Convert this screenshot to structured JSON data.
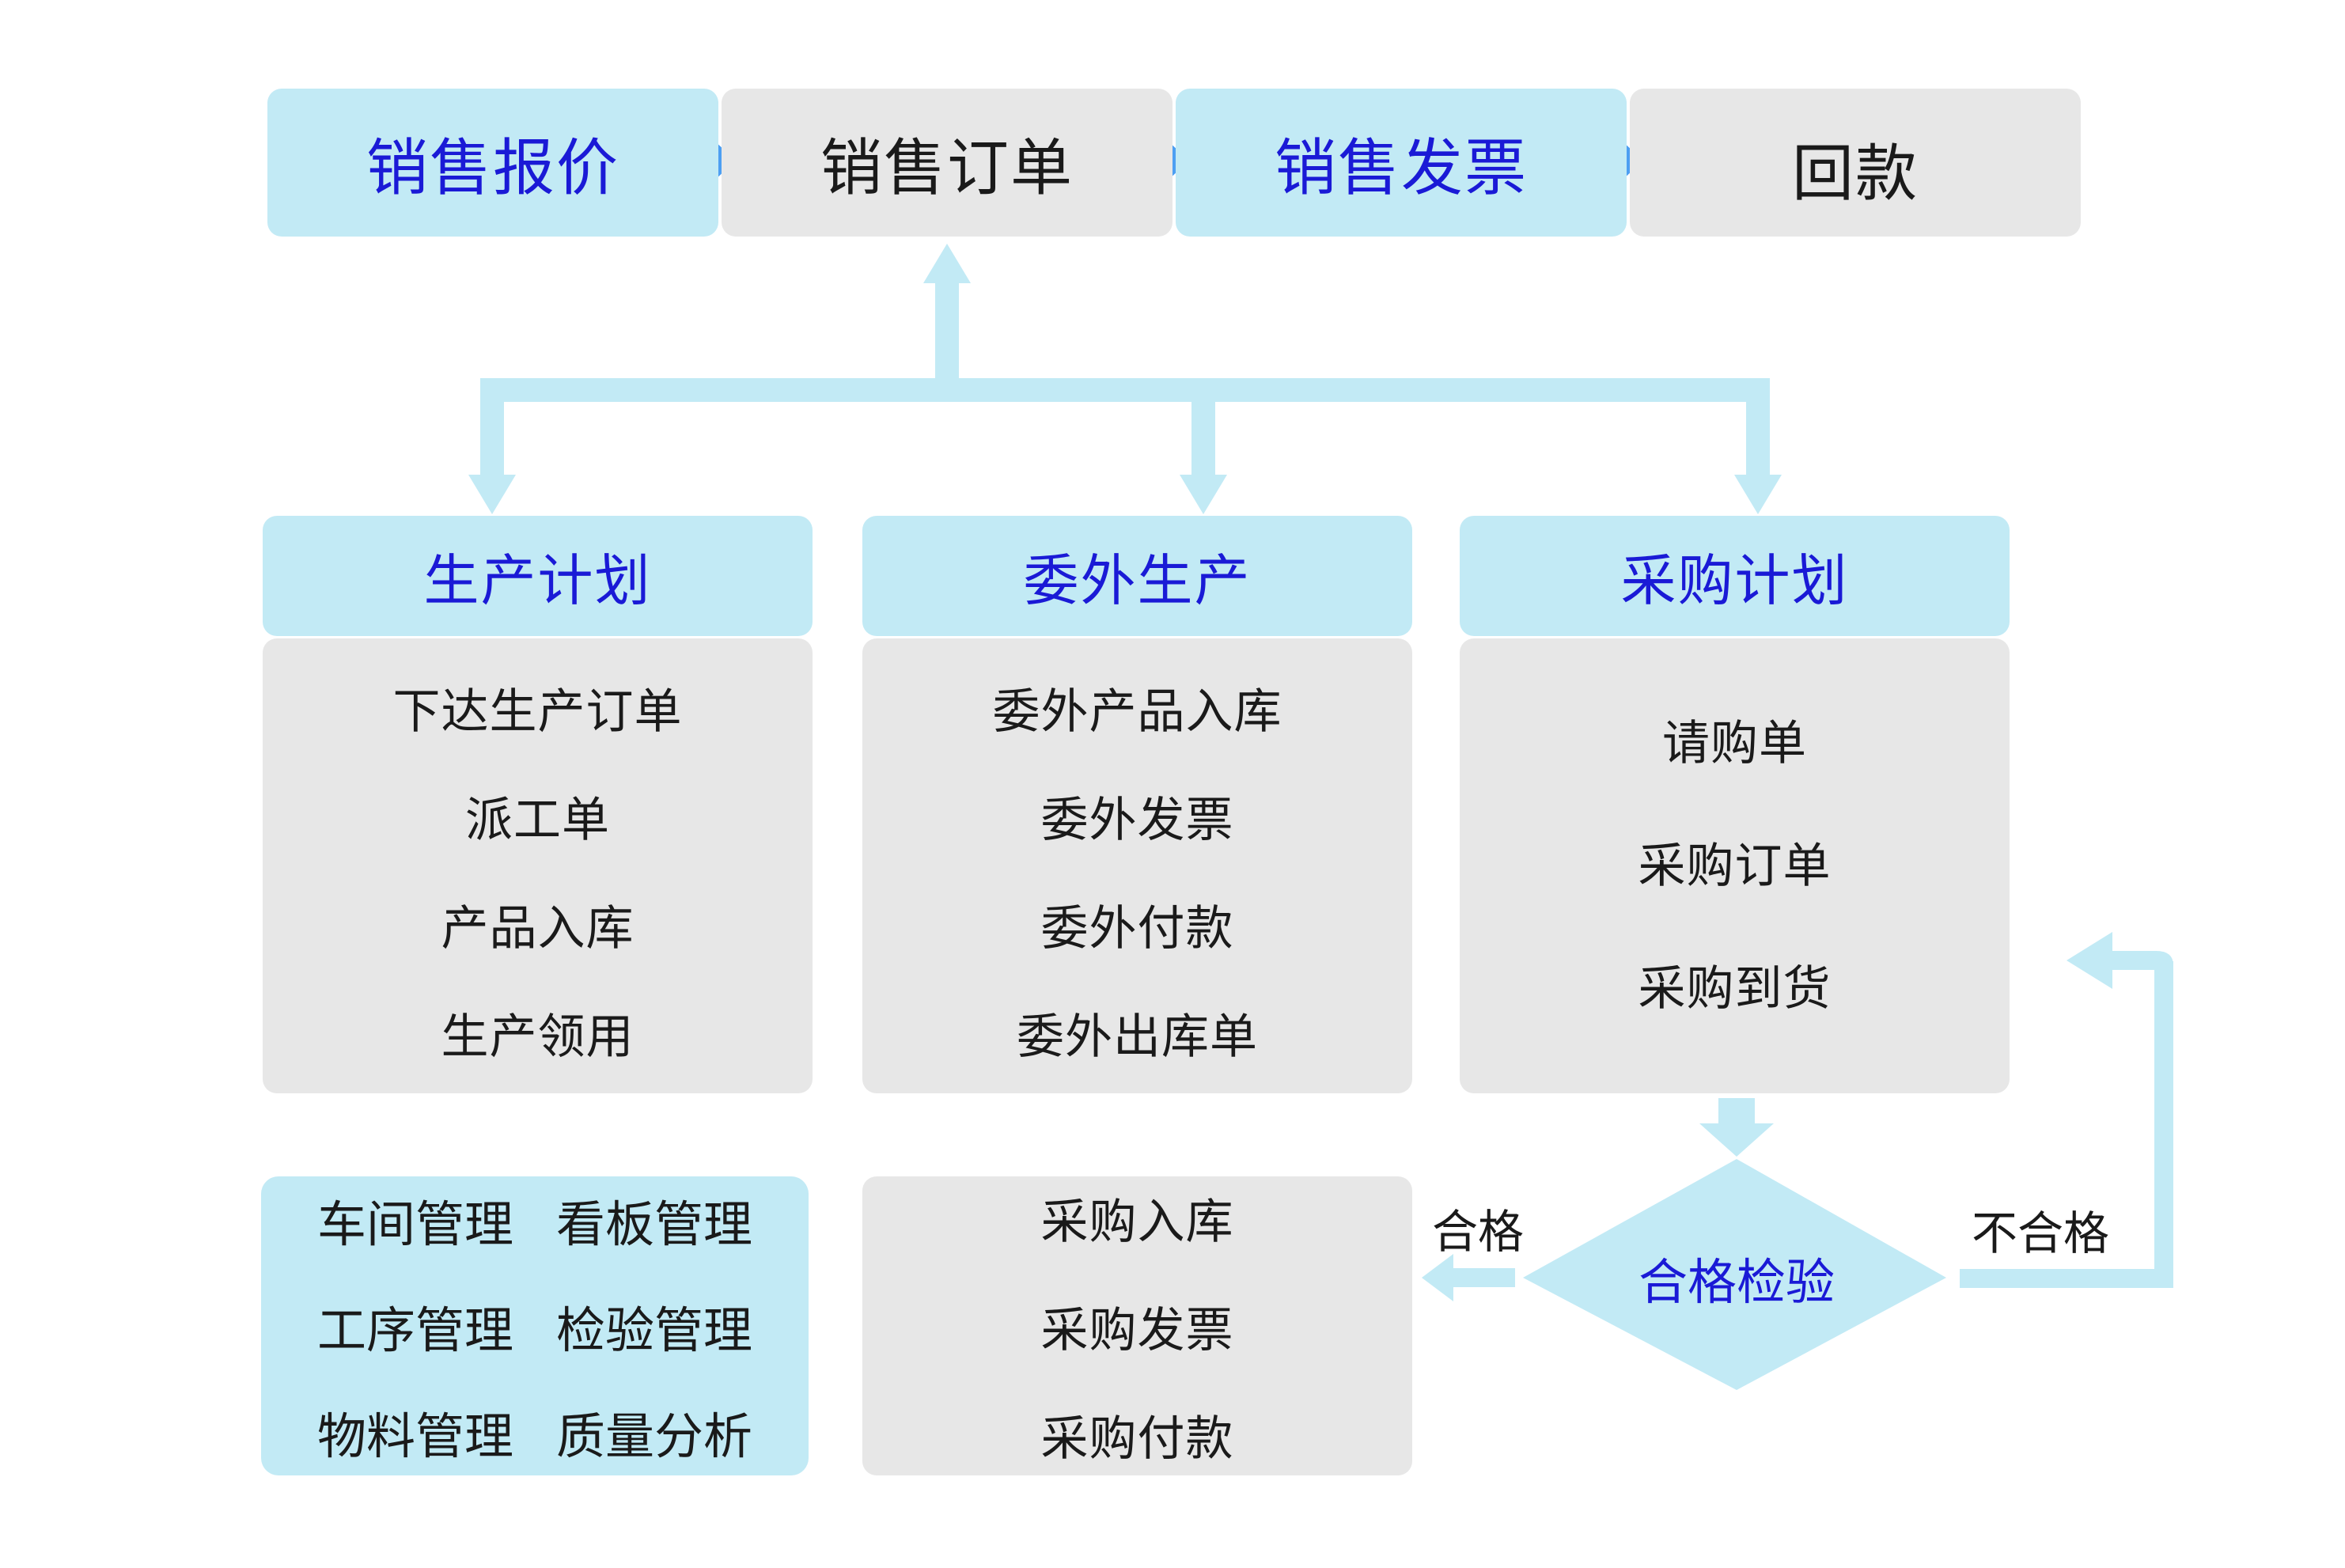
{
  "top_flow": [
    "销售报价",
    "销售订单",
    "销售发票",
    "回款"
  ],
  "columns": [
    {
      "title": "生产计划",
      "items": [
        "下达生产订单",
        "派工单",
        "产品入库",
        "生产领用"
      ]
    },
    {
      "title": "委外生产",
      "items": [
        "委外产品入库",
        "委外发票",
        "委外付款",
        "委外出库单"
      ]
    },
    {
      "title": "采购计划",
      "items": [
        "请购单",
        "采购订单",
        "采购到货"
      ]
    }
  ],
  "management": {
    "items": [
      "车间管理",
      "看板管理",
      "工序管理",
      "检验管理",
      "物料管理",
      "质量分析"
    ]
  },
  "purchase_box": {
    "items": [
      "采购入库",
      "采购发票",
      "采购付款"
    ]
  },
  "inspection": {
    "label": "合格检验",
    "pass_label": "合格",
    "fail_label": "不合格"
  },
  "colors": {
    "box_cyan": "#c2eaf5",
    "box_gray": "#e7e7e7",
    "connector": "#c2eaf5",
    "flow_arrow": "#4d9ff2",
    "blue_text": "#1a1ad6"
  }
}
